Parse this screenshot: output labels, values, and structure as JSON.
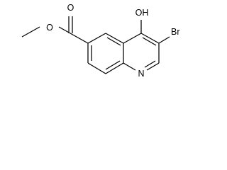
{
  "molecule": {
    "atoms": {
      "carbonyl_oxygen": "O",
      "ester_oxygen": "O",
      "hydroxyl": "OH",
      "bromine": "Br",
      "ring_nitrogen": "N"
    }
  }
}
